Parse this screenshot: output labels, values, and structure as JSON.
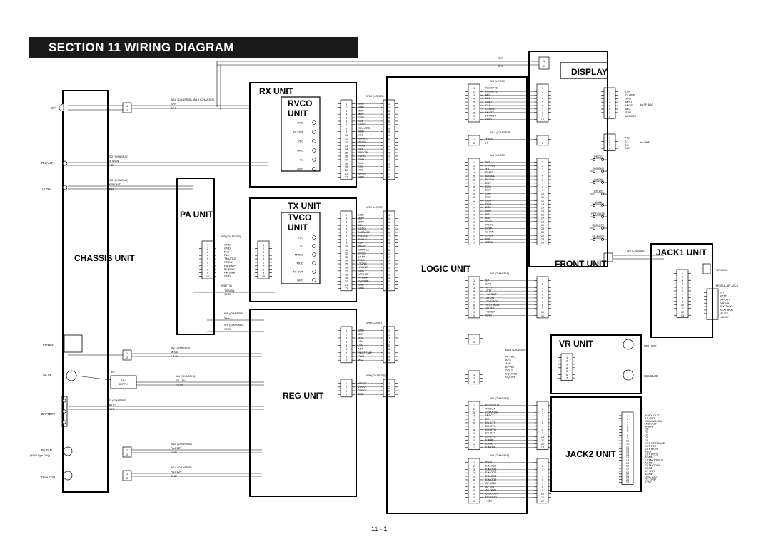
{
  "header": {
    "title": "SECTION 11    WIRING DIAGRAM"
  },
  "units": {
    "chassis": "CHASSIS UNIT",
    "rx": "RX UNIT",
    "rvco": "RVCO UNIT",
    "tx": "TX UNIT",
    "tvco": "TVCO UNIT",
    "pa": "PA UNIT",
    "reg": "REG UNIT",
    "logic": "LOGIC UNIT",
    "display": "DISPLAY",
    "front": "FRONT UNIT",
    "jack1": "JACK1 UNIT",
    "vr": "VR UNIT",
    "jack2": "JACK2 UNIT"
  },
  "external": {
    "sp": "SP",
    "rx_ant": "RX ANT",
    "tx_ant": "TX ANT",
    "power": "POWER",
    "ac_in": "AC IN",
    "battery": "BATTERY",
    "pa_fan": "PA FAN",
    "pa_fan_note": "(40 W Type Only)",
    "reg_fan": "REG FAN"
  },
  "rvco_ports": [
    "GND",
    "RX OUT",
    "VSC",
    "GND",
    "LV",
    "GND"
  ],
  "tvco_ports": [
    "VSC",
    "LV",
    "MODC",
    "MOD",
    "TX OUT",
    "GND"
  ],
  "rx_logic": {
    "cable": "W10 (LOGIC)",
    "signals": [
      "GND",
      "GND",
      "MRV",
      "MRV",
      "GND",
      "SCK",
      "SDTO",
      "RFL-CRS",
      "GND",
      "SQL",
      "RUNLK",
      "RXSS",
      "RXMI",
      "RLY",
      "RVCON",
      "TUNE",
      "GND",
      "DCC",
      "CAL",
      "DSS",
      "NOIST",
      "GND"
    ]
  },
  "tx_logic": {
    "cable": "W11 (LOGIC)",
    "signals": [
      "GND",
      "MRV",
      "MRV",
      "SCK",
      "SDTO",
      "DATA252",
      "TFLSTB",
      "TUNLK",
      "TLV",
      "TRVC",
      "TMUTE1",
      "BYSS",
      "EXTT",
      "TXMI",
      "LTONE",
      "HTONE",
      "SINE",
      "PATEMP",
      "RVSWR",
      "FWSWR",
      "GND",
      "GND"
    ]
  },
  "pa_chassis": {
    "cable": "W5 (CHASSIS)",
    "signals": [
      "GND",
      "GND",
      "MIX",
      "RLY",
      "TMUTE2",
      "PCON",
      "PATEMP",
      "RVSWR",
      "FWSWR",
      "GND"
    ]
  },
  "chassis_wires": {
    "sp": [
      "W18 (CHASSIS), W19 (CHASSIS)",
      "SPR",
      "SPG"
    ],
    "rx": [
      "W12 (CHASSIS)",
      "RX SIGN",
      "GND"
    ],
    "tx": [
      "W13 (CHASSIS)",
      "TXRFOUT",
      "GND"
    ],
    "power": [
      "W2 (CHASSIS)",
      "M.SW",
      "PS.5V"
    ],
    "psu": [
      "W4 (CHASSIS)",
      "PS.15V",
      "PS.0V"
    ],
    "bat": [
      "W3 (CHASSIS)",
      "BATT+",
      "BATT-"
    ],
    "pafan": [
      "W15 (CHASSIS)",
      "PA.F12V",
      "GND"
    ],
    "regfan": [
      "W14 (CHASSIS)",
      "PA.F12V",
      "GND"
    ],
    "patx": [
      "W5 (TX)",
      "TXSISN",
      "GND"
    ],
    "ep": [
      "W1 (CHASSIS)",
      "VCC1",
      "W1 (CHASSIS)",
      "GND"
    ]
  },
  "reg_logic": {
    "cable": "W9 (LOGIC)",
    "signals": [
      "GND",
      "MRV",
      "LBV",
      "LSV",
      "LSV",
      "ADT",
      "REGTEMP",
      "PWD",
      "MIC"
    ]
  },
  "reg_chassis": {
    "cable": "W8 (CHASSIS)",
    "signals": [
      "VCC2",
      "VCC2",
      "GND2",
      "GND"
    ]
  },
  "logic_front": {
    "cable": "W4 (LOGIC)",
    "signals": [
      "REMOTE",
      "REMOTE",
      "MIC",
      "MIC",
      "GND",
      "CLL",
      "CLONE",
      "M.PTT",
      "M.MONI",
      "GND"
    ]
  },
  "logic_jack1": {
    "cable": "W17 (CHASSIS)",
    "signals": [
      "TXLG",
      "LI"
    ]
  },
  "logic_front2": {
    "cable": "W3 (LOGIC)",
    "signals": [
      "SCL",
      "PROGL",
      "TX",
      "RMTL",
      "BASEL",
      "BUSYL",
      "DS7",
      "DS6",
      "DS7",
      "DS6",
      "DS5",
      "DS4",
      "DS3",
      "DS4",
      "R/W",
      "RS",
      "ASI",
      "GND",
      "PROG",
      "DISP",
      "CHRN",
      "CHUP",
      "RIB",
      "MONI"
    ]
  },
  "logic_jack2": {
    "cable": "W6 (CHASSIS)",
    "signals": [
      "SP",
      "SPG",
      "+PTT",
      "-PTT",
      "+AFOUT",
      "-AFOUT",
      "-EXTMOD",
      "+EXTMOD",
      "-BUSY",
      "+BUSY",
      "GND"
    ]
  },
  "logic_vr": {
    "cable": "W16 (CHASSIS)",
    "signals": [
      "AFVRO",
      "AFS",
      "AFE",
      "AFVRI",
      "SQLS",
      "SQLVRO",
      "SQLVRI"
    ]
  },
  "logic_jack2b": {
    "cable": "W7 (CHASSIS)",
    "signals": [
      "BUSYOUT",
      "TXOUT",
      "COAXSW",
      "MISC",
      "D2",
      "D1-CTS",
      "D0-RTS",
      "D0-DTO",
      "D0-DTI",
      "D0-DTR",
      "E.RIB",
      "E.INC",
      "E.MONI"
    ]
  },
  "logic_jack2c": {
    "cable": "W8 (CHASSIS)",
    "signals": [
      "RSSI",
      "E.MOD0",
      "E.MOD1",
      "E.MOD2",
      "E.MOD3",
      "E.MOD4",
      "AF UNO",
      "AF OUT",
      "AF GND",
      "DISCOUT",
      "DC GND",
      "+15V"
    ]
  },
  "front_switches": [
    "PROG",
    "ANI CLR",
    "CH DN",
    "CH UP",
    "MONI",
    "RPT/BASE",
    "REMOTE",
    "SP MUTE"
  ],
  "display_pins": [
    "L/M",
    "CLONE",
    "SPR",
    "M.PTT",
    "MICE",
    "MIC",
    "SPG",
    "M.MONI"
  ],
  "jack1_pins": [
    "NC",
    "L1",
    "L2",
    "NC"
  ],
  "jack1_labels": [
    "to SP MIC",
    "to LINE"
  ],
  "jack1_right": [
    "SP JACK",
    "MODULAR JACK"
  ],
  "jack1_modular": [
    "-PTT",
    "+PTT",
    "-AFOUT",
    "+AFOUT",
    "-EXTMOD",
    "+EXTMOD",
    "-BUSY",
    "+BUSY"
  ],
  "vr_labels": [
    "VOLUME",
    "SQUELCH"
  ],
  "jack2_outs": [
    "BUSY OUT",
    "TX OUT",
    "COAXIAL SW",
    "MIS OUT",
    "MIS IN",
    "D0",
    "D1",
    "D2",
    "D3",
    "D4",
    "EXT RPT/BASE",
    "EXT PTT",
    "EXT MONI",
    "RSSI",
    "EXT DTC5",
    "AGND",
    "EXTMOD IN B",
    "AGND",
    "EXTMOD IN A",
    "AGND",
    "AF OUT",
    "AGND",
    "DISC OUT",
    "DC GND",
    "+15V"
  ],
  "page_number": "11 - 1"
}
